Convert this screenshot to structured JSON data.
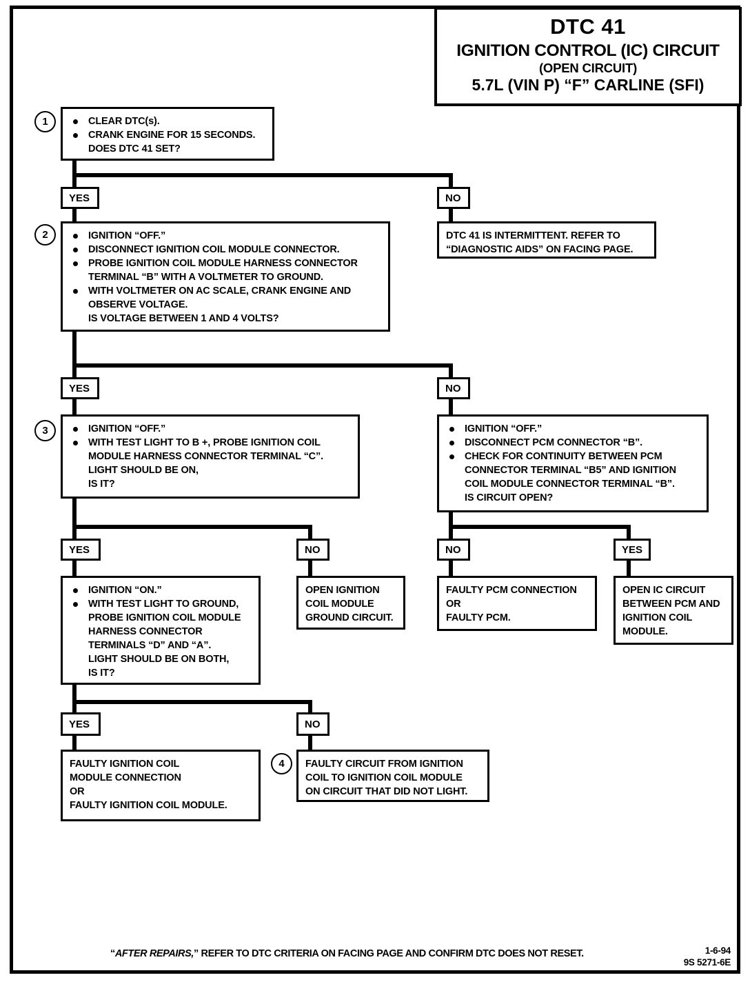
{
  "header": {
    "dtc_code": "DTC 41",
    "line1": "IGNITION CONTROL (IC) CIRCUIT",
    "line2": "(OPEN CIRCUIT)",
    "line3": "5.7L  (VIN P)  “F”  CARLINE  (SFI)"
  },
  "steps": {
    "step1_number": "1",
    "step2_number": "2",
    "step3_number": "3",
    "step4_number": "4"
  },
  "boxes": {
    "step1": {
      "lines": [
        "CLEAR DTC(s).",
        "CRANK ENGINE FOR 15 SECONDS.",
        "DOES DTC 41 SET?"
      ]
    },
    "intermittent": {
      "lines": [
        "DTC 41 IS INTERMITTENT.  REFER TO",
        "“DIAGNOSTIC AIDS” ON FACING PAGE."
      ]
    },
    "step2": {
      "lines": [
        "IGNITION “OFF.”",
        "DISCONNECT IGNITION COIL MODULE CONNECTOR.",
        "PROBE IGNITION COIL MODULE HARNESS CONNECTOR",
        "TERMINAL “B” WITH A VOLTMETER TO GROUND.",
        "WITH VOLTMETER ON AC SCALE, CRANK ENGINE AND",
        "OBSERVE VOLTAGE.",
        "IS VOLTAGE BETWEEN 1 AND 4 VOLTS?"
      ]
    },
    "step3": {
      "lines": [
        "IGNITION “OFF.”",
        "WITH TEST LIGHT TO B +, PROBE IGNITION COIL",
        "MODULE HARNESS CONNECTOR TERMINAL “C”.",
        "LIGHT SHOULD BE ON,",
        "IS IT?"
      ]
    },
    "pcm_check": {
      "lines": [
        "IGNITION “OFF.”",
        "DISCONNECT PCM CONNECTOR “B”.",
        "CHECK FOR CONTINUITY BETWEEN PCM",
        "CONNECTOR TERMINAL “B5” AND IGNITION",
        "COIL MODULE CONNECTOR TERMINAL “B”.",
        "IS CIRCUIT OPEN?"
      ]
    },
    "ignition_on": {
      "lines": [
        "IGNITION “ON.”",
        "WITH TEST LIGHT TO GROUND,",
        "PROBE IGNITION COIL MODULE",
        "HARNESS CONNECTOR",
        "TERMINALS “D” AND “A”.",
        "LIGHT SHOULD BE ON BOTH,",
        "IS IT?"
      ]
    },
    "open_ground": {
      "lines": [
        "OPEN IGNITION",
        "COIL MODULE",
        "GROUND CIRCUIT."
      ]
    },
    "faulty_pcm": {
      "lines": [
        "FAULTY PCM CONNECTION",
        "OR",
        "FAULTY PCM."
      ]
    },
    "open_ic": {
      "lines": [
        "OPEN IC CIRCUIT",
        "BETWEEN PCM AND",
        "IGNITION COIL",
        "MODULE."
      ]
    },
    "faulty_coil_module": {
      "lines": [
        "FAULTY IGNITION COIL",
        "MODULE CONNECTION",
        "OR",
        "FAULTY IGNITION COIL MODULE."
      ]
    },
    "faulty_circuit": {
      "lines": [
        "FAULTY CIRCUIT FROM IGNITION",
        "COIL TO IGNITION COIL MODULE",
        "ON CIRCUIT THAT DID NOT LIGHT."
      ]
    }
  },
  "branches": {
    "b1_yes": "YES",
    "b1_no": "NO",
    "b2_yes": "YES",
    "b2_no": "NO",
    "b3_yes": "YES",
    "b3_no": "NO",
    "b4_no": "NO",
    "b4_yes": "YES",
    "b5_yes": "YES",
    "b5_no": "NO"
  },
  "footer": {
    "note_prefix": "“",
    "note_italic": "AFTER REPAIRS,",
    "note_rest": "” REFER TO DTC CRITERIA ON FACING PAGE AND CONFIRM DTC DOES NOT RESET.",
    "date": "1-6-94",
    "doc_code": "9S 5271-6E"
  }
}
